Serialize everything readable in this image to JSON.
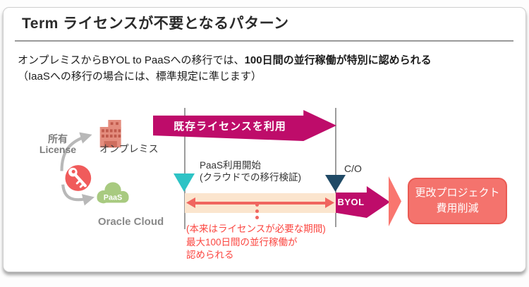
{
  "title": "Term ライセンスが不要となるパターン",
  "intro": {
    "lead": "オンプレミスからBYOL to PaaSへの移行では、",
    "emphasis": "100日間の並行稼働が特別に認められる",
    "note": "（IaaSへの移行の場合には、標準規定に準じます）"
  },
  "left_diagram": {
    "owned_label_ja": "所有",
    "owned_label_en": "License",
    "onprem_label": "オンプレミス",
    "paas_badge": "PaaS",
    "oracle_cloud_label": "Oracle Cloud"
  },
  "timeline": {
    "existing_license_arrow_label": "既存ライセンスを利用",
    "paas_start_title": "PaaS利用開始",
    "paas_start_sub": "(クラウドでの移行検証)",
    "cutover_label": "C/O",
    "byol_arrow_label": "BYOL",
    "note_line1": "(本来はライセンスが必要な期間)",
    "note_line2": "最大100日間の並行稼働が",
    "note_line3": "認められる"
  },
  "result_box": {
    "line1": "更改プロジェクト",
    "line2": "費用削減"
  },
  "colors": {
    "magenta": "#be0c6a",
    "coral_box": "#f4736d",
    "teal_marker": "#2ec3c5",
    "navy_marker": "#204a66",
    "peach_band": "#fbe5ce",
    "red_note": "#fb4640",
    "key_red": "#f05b5b",
    "cloud_green": "#a8ca80",
    "building_salmon": "#e48d7e"
  }
}
